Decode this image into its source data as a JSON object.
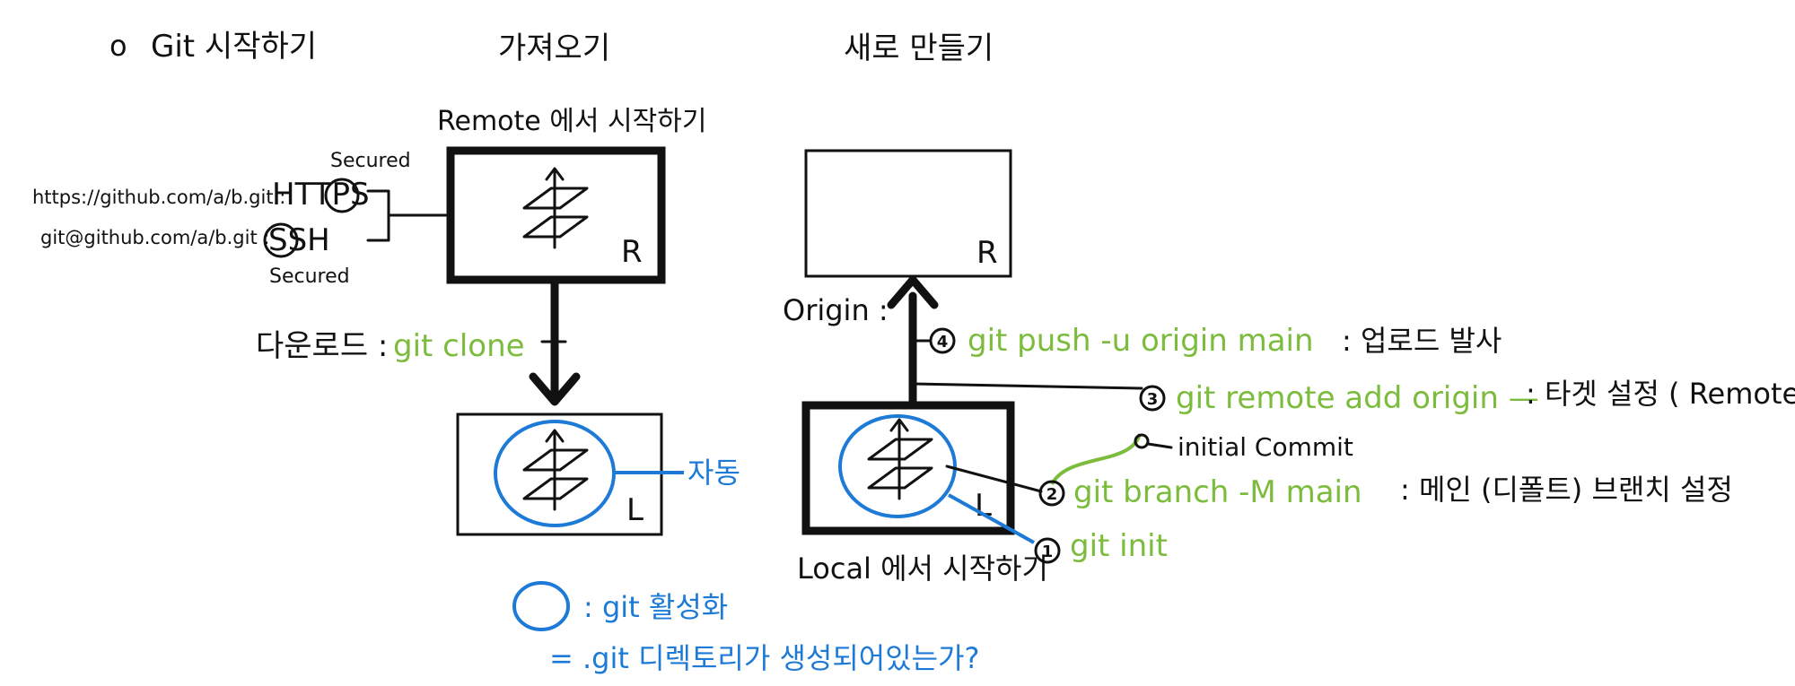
{
  "colors": {
    "ink": "#111111",
    "green": "#7cbc3c",
    "blue": "#1d7ad6"
  },
  "headings": {
    "bullet": "o",
    "start": "Git 시작하기",
    "clone_col": "가져오기",
    "new_col": "새로 만들기"
  },
  "left": {
    "remote_title": "Remote 에서 시작하기",
    "secured_top": "Secured",
    "secured_bottom": "Secured",
    "https_url": "https://github.com/a/b.git :",
    "https_label": "HTTPS",
    "ssh_url": "git@github.com/a/b.git :",
    "ssh_label": "SSH",
    "remote_box_letter": "R",
    "download_label": "다운로드 :",
    "clone_cmd": "git clone",
    "local_box_letter": "L",
    "auto_label": "자동"
  },
  "right": {
    "remote_box_letter": "R",
    "origin_label": "Origin :",
    "step4_num": "4",
    "step4_cmd": "git push -u origin main",
    "step4_desc": ": 업로드 발사",
    "step3_num": "3",
    "step3_cmd": "git remote add origin —",
    "step3_desc": ": 타겟 설정 ( Remote)",
    "initial_commit": "initial Commit",
    "step2_num": "2",
    "step2_cmd": "git branch -M main",
    "step2_desc": ": 메인 (디폴트) 브랜치 설정",
    "step1_num": "1",
    "step1_cmd": "git init",
    "local_box_letter": "L",
    "local_title": "Local 에서 시작하기"
  },
  "legend": {
    "circle_desc": ": git 활성화",
    "eq_desc": "= .git 디렉토리가 생성되어있는가?"
  }
}
